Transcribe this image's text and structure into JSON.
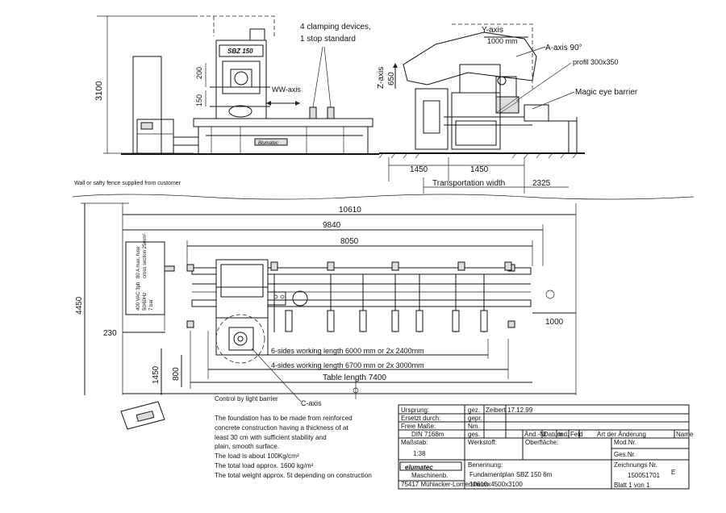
{
  "annotations": {
    "clamping_line1": "4 clamping devices,",
    "clamping_line2": "1 stop standard",
    "y_axis": "Y-axis",
    "y_axis_dim": "1000 mm",
    "a_axis": "A-axis 90°",
    "profil": "profil 300x350",
    "z_axis": "Z-axis",
    "z_dim": "650",
    "magic_eye": "Magic eye barrier",
    "ww_axis": "WW-axis",
    "dim_3100": "3100",
    "dim_200": "200",
    "dim_150": "150",
    "machine_label": "SBZ 150",
    "dim_1450_left": "1450",
    "dim_1450_right": "1450",
    "transport_width": "Transportation width",
    "transport_dim": "2325",
    "wall_note": "Wall or safty fence supplied from customer",
    "dim_10610": "10610",
    "dim_9840": "9840",
    "dim_8050": "8050",
    "dim_4450": "4450",
    "dim_230": "230",
    "dim_1450_plan": "1450",
    "dim_800": "800",
    "dim_1000": "1000",
    "six_sides": "6-sides working length  6000 mm or 2x 2400mm",
    "four_sides": "4-sides working length  6700 mm or 2x 3000mm",
    "table_length": "Table length  7400",
    "light_barrier": "Control by light barrier",
    "c_axis": "C-axis",
    "elec_1": "400 VAC 3ph",
    "elec_2": "50/60Hz",
    "elec_3": "7 bar",
    "elec_4": "80 A max. fuse",
    "elec_5": "cross section 25mm²"
  },
  "foundation_notes": [
    "The foundation has to be made from reinforced",
    "concrete construction having a thickness of at",
    "least 30 cm with sufficient stability and",
    "plain, smooth surface.",
    "The load is about 100Kg/cm²",
    "The total load approx. 1600 kg/m²",
    "The total weight approx. 5t depending on construction"
  ],
  "title_block": {
    "ursprung": "Ursprung:",
    "ersetzt": "Ersetzt durch:",
    "freie_masse": "Freie Maße:",
    "standard": "DIN 7168m",
    "gez": "gez.",
    "gez_name": "Zeibert",
    "gez_date": "17.12.99",
    "gepr": "gepr.",
    "nm": "Nm.",
    "ges": "ges.",
    "and_nr": "Änd.-Nr",
    "datum": "Datum",
    "ind": "Ind.",
    "feld": "Feld",
    "art_der_aenderung": "Art der Änderung",
    "name_col": "Name",
    "massstab_label": "Maßstab:",
    "massstab": "1:38",
    "werkstoff": "Werkstoff:",
    "oberflaeche": "Oberfläche:",
    "mod_nr": "Mod.Nr.",
    "ges_nr": "Ges.Nr.",
    "zeichnungs_nr_label": "Zeichnungs Nr.",
    "zeichnungs_nr": "150051701",
    "zeichnungs_index": "E",
    "benennung_label": "Benennung:",
    "benennung_line1": "Fundamentplan SBZ 150 6m",
    "benennung_line2": "10610x4500x3100",
    "blatt": "Blatt  1  von  1",
    "logo": "elumatec",
    "company": "Maschinenb.",
    "address": "75417 Mühlacker-Lomersheim"
  }
}
